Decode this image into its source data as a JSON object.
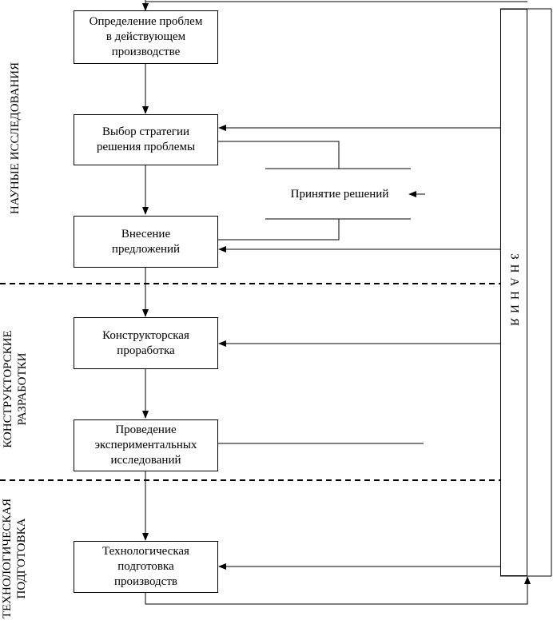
{
  "boxes": {
    "identify": "Определение проблем\nв действующем\nпроизводстве",
    "strategy": "Выбор стратегии\nрешения проблемы",
    "proposals": "Внесение\nпредложений",
    "design": "Конструкторская\nпроработка",
    "experiments": "Проведение\nэкспериментальных\nисследований",
    "tech_prep": "Технологическая\nподготовка\nпроизводств"
  },
  "decision": "Принятие решений",
  "knowledge": "ЗНАНИЯ",
  "sections": {
    "research": "НАУНЫЕ ИССЛЕДОВАНИЯ",
    "design": "КОНСТРУКТОРСКИЕ\nРАЗРАБОТКИ",
    "technology": "ТЕХНОЛОГИЧЕСКАЯ\nПОДГОТОВКА"
  }
}
